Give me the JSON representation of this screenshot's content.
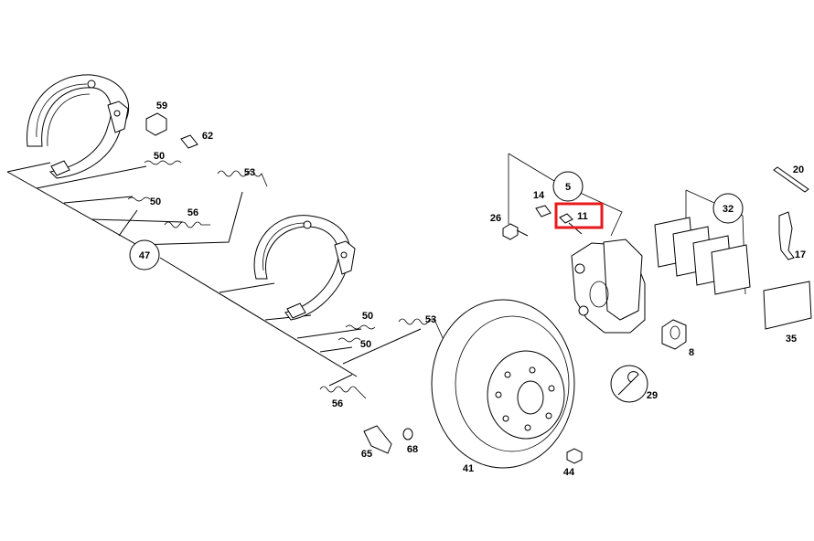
{
  "callouts": {
    "c5": "5",
    "c8": "8",
    "c11": "11",
    "c14": "14",
    "c17": "17",
    "c20": "20",
    "c26": "26",
    "c29": "29",
    "c32": "32",
    "c35": "35",
    "c41": "41",
    "c44": "44",
    "c47": "47",
    "c50a": "50",
    "c50b": "50",
    "c50c": "50",
    "c50d": "50",
    "c53a": "53",
    "c53b": "53",
    "c56a": "56",
    "c56b": "56",
    "c59": "59",
    "c62": "62",
    "c65": "65",
    "c68": "68"
  },
  "highlight": {
    "target": "11",
    "color": "#e8191c"
  }
}
